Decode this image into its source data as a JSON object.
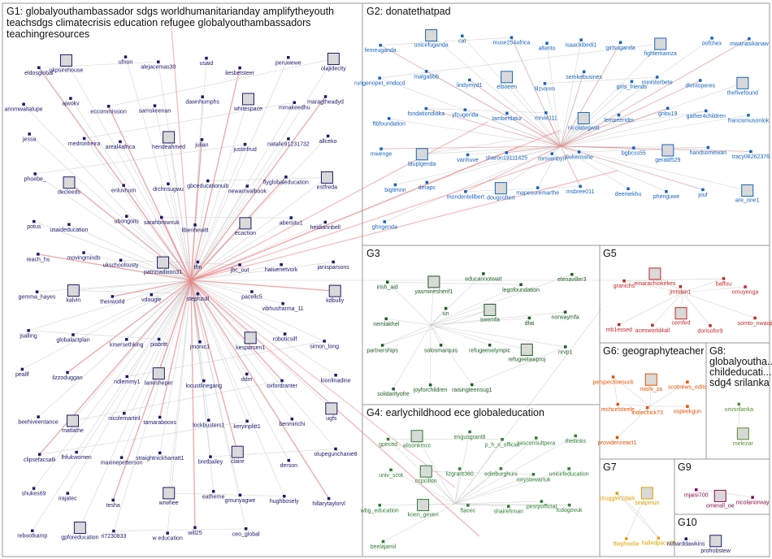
{
  "groups": [
    {
      "id": "G1",
      "title_lines": [
        "G1: globalyouthambassador sdgs worldhumanitarianday amplifytheyouth",
        "teachsdgs climatecrisis education refugee globalyouthambassadors",
        "teachingresources"
      ],
      "label_color": "#1a1a6e"
    },
    {
      "id": "G2",
      "title_lines": [
        "G2: donatethatpad"
      ],
      "label_color": "#1565c0"
    },
    {
      "id": "G3",
      "title_lines": [
        "G3"
      ],
      "label_color": "#1b5e20"
    },
    {
      "id": "G4",
      "title_lines": [
        "G4: earlychildhood ece globaleducation"
      ],
      "label_color": "#2e7d32"
    },
    {
      "id": "G5",
      "title_lines": [
        "G5"
      ],
      "label_color": "#c62828"
    },
    {
      "id": "G6",
      "title_lines": [
        "G6: geographyteacher"
      ],
      "label_color": "#e65100"
    },
    {
      "id": "G7",
      "title_lines": [
        "G7"
      ],
      "label_color": "#e0a000"
    },
    {
      "id": "G8",
      "title_lines": [
        "G8:",
        "globalyoutha...",
        "childeducati...",
        "sdg4 srilanka"
      ],
      "label_color": "#558b2f"
    },
    {
      "id": "G9",
      "title_lines": [
        "G9"
      ],
      "label_color": "#880e4f"
    },
    {
      "id": "G10",
      "title_lines": [
        "G10"
      ],
      "label_color": "#1a1a6e"
    }
  ],
  "nodes": {
    "G1": [
      "eldosglobal",
      "ukpsirehouse",
      "ufnon",
      "alejacemas30",
      "usaid",
      "liesbetsteer",
      "peruwewe",
      "olajidecity",
      "annmwaitalupe",
      "ajwokv",
      "eccommission",
      "samskeenan",
      "dawnhumphs",
      "whitespace",
      "mmakeedhu",
      "maragtheadyd",
      "jessa",
      "medronheira",
      "areal4africa",
      "hendeahmed",
      "julian",
      "justinfrud",
      "natalie91231732",
      "allceko",
      "phoebe_",
      "decleeds",
      "enluvnum",
      "drchrisugwu",
      "gbceducationuib",
      "newarrivalbook",
      "flyglobaleducation",
      "estfreda",
      "potus",
      "usaideducation",
      "ubongoits",
      "sarahbrownuk",
      "libenhewitt",
      "ecaction",
      "abersitu1",
      "heidiannbell",
      "reach_hs",
      "movingminds",
      "ukschoolsusty",
      "patriciadixon31",
      "tfm",
      "jbc_out",
      "hatuenetvork",
      "janisparsons",
      "gemma_hayes",
      "kalvin",
      "theirworld",
      "vdougle",
      "stephzull",
      "pacellc5",
      "vibhusharma_11",
      "kdbully",
      "jsalling",
      "globalactplan",
      "kmersethking",
      "piabritt",
      "jmonic1",
      "kesparsen1",
      "roboticsilf",
      "simon_long",
      "peallf",
      "ilzzoduggan",
      "ndlemmy1",
      "lanesheper",
      "locustlinegang",
      "ddm",
      "oxfordranter",
      "kionlinadine",
      "beehiveentance",
      "matlathe",
      "nicolemartinl",
      "tamarabooxs",
      "lockbusters1",
      "keryinplitt1",
      "benmirichi",
      "ugfs",
      "clipsefacsalli",
      "lhfukwomen",
      "maxinepetterson",
      "straightnickharratt1",
      "bretbailey",
      "claire",
      "derson",
      "olupegunchanie8",
      "shukes69",
      "irajatec",
      "tesha",
      "wrwhee",
      "eatherne",
      "gmunyagwe",
      "hughbosely",
      "hillarytaylorvl",
      "rebootkamp",
      "gpforeducation",
      "ri7230833",
      "w education",
      "will25",
      "ceo_global"
    ],
    "G2": [
      "femeuganda",
      "unicefuganda",
      "cat",
      "muse254africa",
      "alterito",
      "isaackibedi1",
      "girlsuganda",
      "fighterkamza",
      "oofchex",
      "mwanasikanaw",
      "rungenopet_endocd",
      "malgabbb",
      "lindymyd1",
      "elboeen",
      "lilzvonm",
      "semkebusines",
      "girls_friends",
      "ministerbete",
      "dkmtoperes",
      "thefivefound",
      "ftbfoundation",
      "fondationdiaka",
      "yfcugenda",
      "lambertlatur",
      "mrvie111",
      "nicolategwat",
      "lempeeridm",
      "gnbu19",
      "gather4children",
      "francismusonlok",
      "mwenge",
      "bluplgenda",
      "vanhuve",
      "sharon19111425",
      "mrsvenbyn",
      "awkensshe",
      "bgbcss55",
      "gerald529",
      "handsomewan",
      "tracy08262376",
      "bigtimnn",
      "derapc",
      "mondentellbert",
      "dougcoltert",
      "mapesuremarthe",
      "msbree011",
      "deemekhu",
      "phenguwe",
      "jouf",
      "are_one1",
      "ghngenda"
    ],
    "G3": [
      "irish_aid",
      "yasminesherif1",
      "educannotwait",
      "legofoundation",
      "elenaviller3",
      "nemlakhel",
      "un",
      "swemfa",
      "dfat",
      "norwaymfa",
      "partnerships",
      "solosmarquis",
      "refugeeselympic",
      "refugeelawproj",
      "nrvp1",
      "solidarityofre",
      "joyforchildren",
      "raisingteensug1"
    ],
    "G4": [
      "gpeced",
      "alisonkmcc",
      "engusgrant8",
      "p_h_s_official",
      "sasconsultpera",
      "thetlinks",
      "univ_scot",
      "ccpcillon",
      "lizgrant360",
      "edinburghuni",
      "rorystewartuk",
      "unicefeducation",
      "wbg_education",
      "koen_geven",
      "ftacec",
      "shairehman",
      "pesrpofficial",
      "fcdogovuk",
      "beelajamil"
    ],
    "G5": [
      "granichs",
      "emarachiokekes",
      "jmtobin1",
      "baffou",
      "omuyenga",
      "mb1essed",
      "acesworld4all",
      "cemfed",
      "dorisofor9",
      "somto_nwaoji"
    ],
    "G6": [
      "perspectivesuck",
      "mishi_za",
      "scotnews_edits",
      "rechcelsteele",
      "indiechick73",
      "ospeekgun",
      "providenceact1"
    ],
    "G7": [
      "struggler2dark",
      "sinapmun",
      "tfwphoebe",
      "halledpacs28"
    ],
    "G8": [
      "unvsrilanka",
      "melezar"
    ],
    "G9": [
      "mjaisi700",
      "omerall_oe",
      "nicolanorway"
    ],
    "G10": [
      "richarddawkins",
      "profrobstew"
    ]
  }
}
